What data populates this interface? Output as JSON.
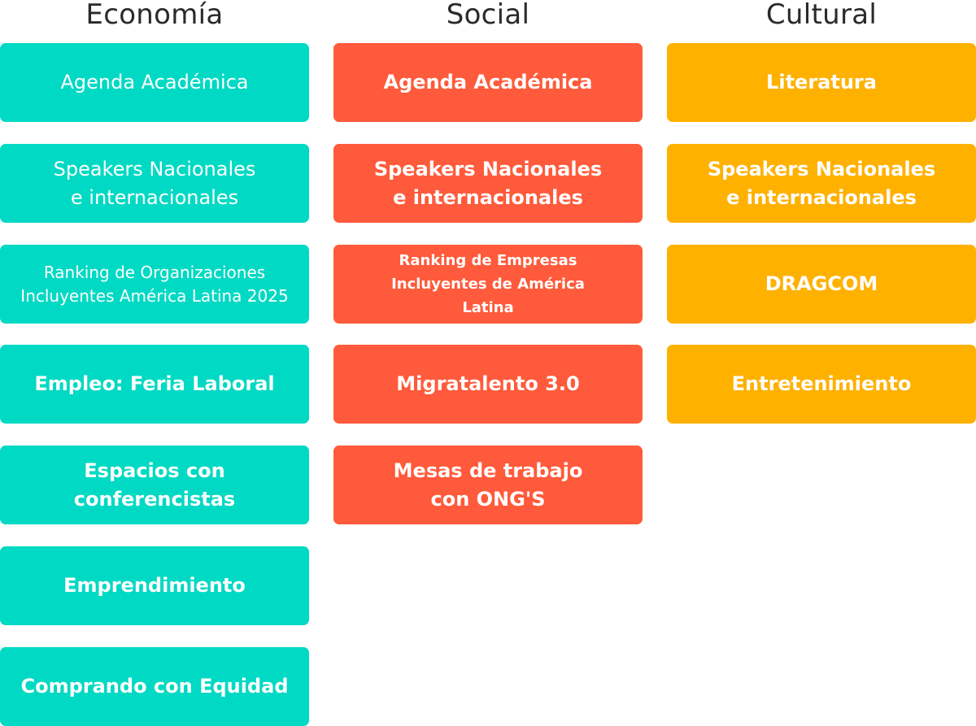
{
  "colors": {
    "economia": "#00d9c3",
    "social": "#ff5a3b",
    "cultural": "#ffb100",
    "heading": "#2a2a2a"
  },
  "columns": [
    {
      "title": "Economía",
      "items": [
        {
          "label": "Agenda Académica"
        },
        {
          "label": "Speakers Nacionales\ne internacionales"
        },
        {
          "label": "Ranking de Organizaciones\nIncluyentes América Latina 2025"
        },
        {
          "label": "Empleo: Feria Laboral"
        },
        {
          "label": "Espacios con\nconferencistas"
        },
        {
          "label": "Emprendimiento"
        },
        {
          "label": "Comprando con Equidad"
        }
      ]
    },
    {
      "title": "Social",
      "items": [
        {
          "label": "Agenda Académica"
        },
        {
          "label": "Speakers Nacionales\ne internacionales"
        },
        {
          "label": "Ranking de Empresas\nIncluyentes de América\nLatina"
        },
        {
          "label": "Migratalento 3.0"
        },
        {
          "label": "Mesas de trabajo\ncon ONG'S"
        }
      ]
    },
    {
      "title": "Cultural",
      "items": [
        {
          "label": "Literatura"
        },
        {
          "label": "Speakers Nacionales\ne internacionales"
        },
        {
          "label": "DRAGCOM"
        },
        {
          "label": "Entretenimiento"
        }
      ]
    }
  ]
}
